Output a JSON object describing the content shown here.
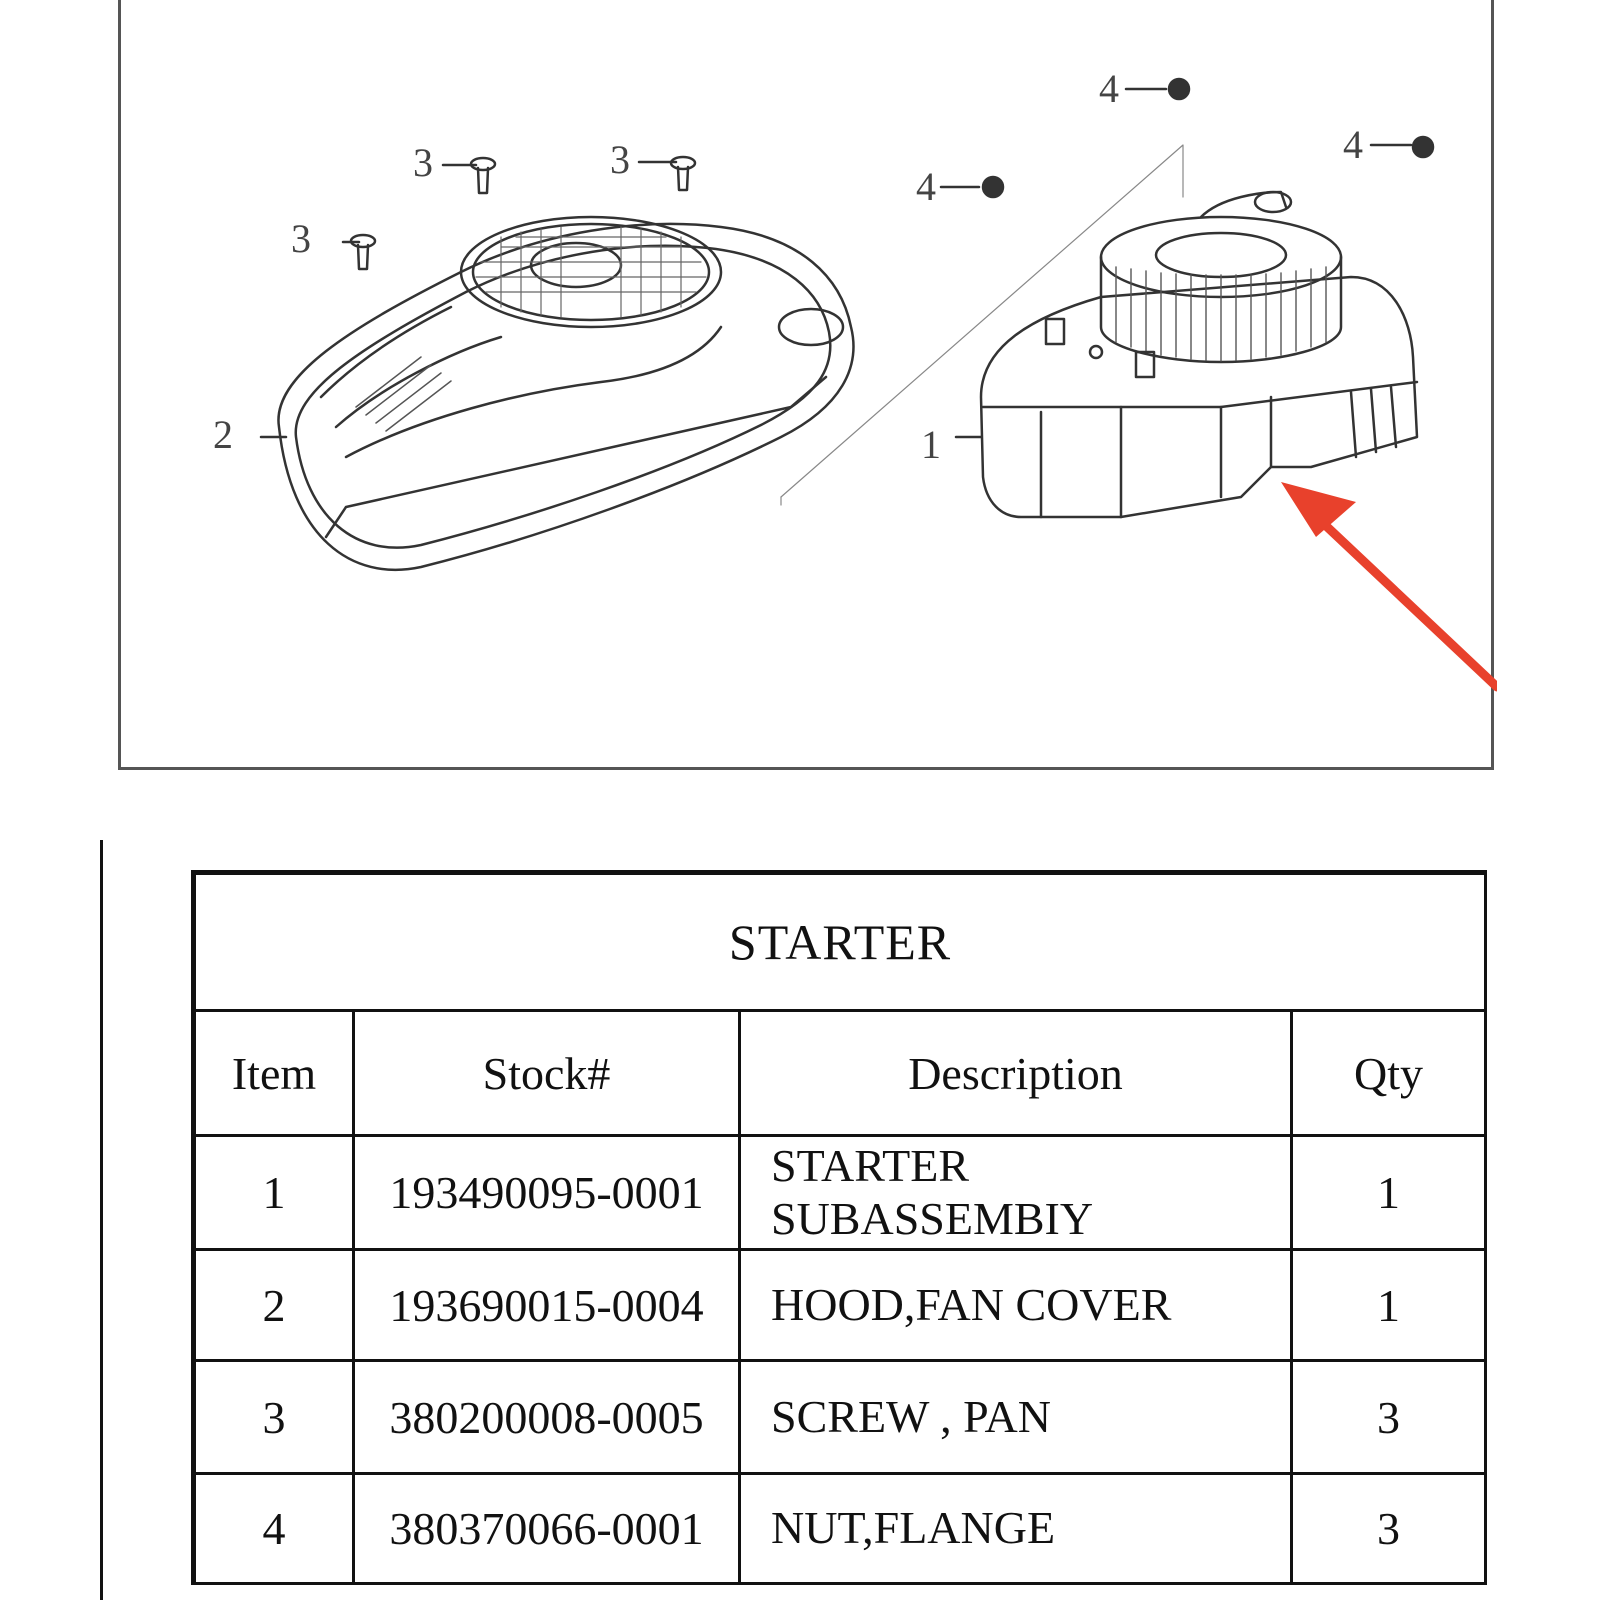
{
  "diagram": {
    "callouts": {
      "item_1": "1",
      "item_2": "2",
      "item_3a": "3",
      "item_3b": "3",
      "item_3c": "3",
      "item_4a": "4",
      "item_4b": "4",
      "item_4c": "4"
    },
    "arrow_color": "#e8412c"
  },
  "table": {
    "title": "STARTER",
    "headers": [
      "Item",
      "Stock#",
      "Description",
      "Qty"
    ],
    "rows": [
      {
        "item": "1",
        "stock": "193490095-0001",
        "desc_line1": "STARTER",
        "desc_line2": "SUBASSEMBIY",
        "qty": "1"
      },
      {
        "item": "2",
        "stock": "193690015-0004",
        "desc_line1": "HOOD,FAN COVER",
        "desc_line2": "",
        "qty": "1"
      },
      {
        "item": "3",
        "stock": "380200008-0005",
        "desc_line1": "SCREW , PAN",
        "desc_line2": "",
        "qty": "3"
      },
      {
        "item": "4",
        "stock": "380370066-0001",
        "desc_line1": "NUT,FLANGE",
        "desc_line2": "",
        "qty": "3"
      }
    ]
  }
}
